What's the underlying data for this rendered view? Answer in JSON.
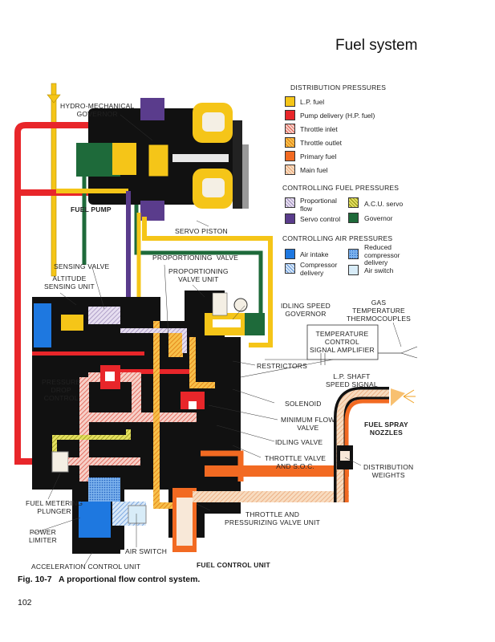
{
  "page": {
    "header_title": "Fuel system",
    "caption": "Fig. 10-7   A proportional flow control system.",
    "page_number": "102"
  },
  "legend": {
    "distribution_heading": "DISTRIBUTION PRESSURES",
    "distribution_items": [
      {
        "label": "L.P. fuel",
        "color": "#f5c518",
        "pattern": "solid"
      },
      {
        "label": "Pump delivery (H.P. fuel)",
        "color": "#e8262a",
        "pattern": "solid"
      },
      {
        "label": "Throttle inlet",
        "color": "#f2b8a8",
        "pattern": "hatched-red"
      },
      {
        "label": "Throttle outlet",
        "color": "#f2a02a",
        "pattern": "hatched-orange"
      },
      {
        "label": "Primary fuel",
        "color": "#f26a22",
        "pattern": "solid"
      },
      {
        "label": "Main fuel",
        "color": "#f6c8a0",
        "pattern": "hatched-orange-light"
      }
    ],
    "controlling_fuel_heading": "CONTROLLING FUEL PRESSURES",
    "controlling_fuel_items": [
      {
        "label": "Proportional\nflow",
        "color": "#c8b8d8",
        "pattern": "hatched-purple"
      },
      {
        "label": "A.C.U. servo",
        "color": "#c8c828",
        "pattern": "hatched-yellow-green"
      },
      {
        "label": "Servo control",
        "color": "#5a3c8c",
        "pattern": "solid"
      },
      {
        "label": "Governor",
        "color": "#1e6a3a",
        "pattern": "solid"
      }
    ],
    "controlling_air_heading": "CONTROLLING AIR PRESSURES",
    "controlling_air_items": [
      {
        "label": "Air intake",
        "color": "#1e78e0",
        "pattern": "solid"
      },
      {
        "label": "Reduced\ncompressor\ndelivery",
        "color": "#5aa0e8",
        "pattern": "dotted-blue"
      },
      {
        "label": "Compressor\ndelivery",
        "color": "#a8c8f0",
        "pattern": "hatched-blue"
      },
      {
        "label": "Air switch",
        "color": "#d8ecf8",
        "pattern": "light-blue"
      }
    ]
  },
  "labels": {
    "hydro_mechanical_governor": "HYDRO-MECHANICAL\nGOVERNOR",
    "fuel_pump": "FUEL PUMP",
    "servo_piston": "SERVO PISTON",
    "proportioning_valve": "PROPORTIONING  VALVE",
    "proportioning_valve_unit": "PROPORTIONING\nVALVE UNIT",
    "sensing_valve": "SENSING VALVE",
    "altitude_sensing_unit": "ALTITUDE\nSENSING UNIT",
    "idling_speed_governor": "IDLING SPEED\nGOVERNOR",
    "gas_temperature_thermocouples": "GAS\nTEMPERATURE\nTHERMOCOUPLES",
    "temperature_control_signal_amplifier": "TEMPERATURE\nCONTROL\nSIGNAL AMPLIFIER",
    "restrictors": "RESTRICTORS",
    "lp_shaft_speed_signal": "L.P. SHAFT\nSPEED SIGNAL",
    "pressure_drop_control": "PRESSURE\nDROP\nCONTROL",
    "solenoid": "SOLENOID",
    "minimum_flow_valve": "MINIMUM FLOW\nVALVE",
    "fuel_spray_nozzles": "FUEL SPRAY\nNOZZLES",
    "idling_valve": "IDLING VALVE",
    "throttle_valve_soc": "THROTTLE VALVE\nAND S.O.C.",
    "distribution_weights": "DISTRIBUTION\nWEIGHTS",
    "fuel_metering_plunger": "FUEL METERING\nPLUNGER",
    "throttle_pressurizing_valve_unit": "THROTTLE AND\nPRESSURIZING VALVE UNIT",
    "power_limiter": "POWER\nLIMITER",
    "air_switch": "AIR SWITCH",
    "acceleration_control_unit": "ACCELERATION CONTROL UNIT",
    "fuel_control_unit": "FUEL CONTROL UNIT"
  }
}
